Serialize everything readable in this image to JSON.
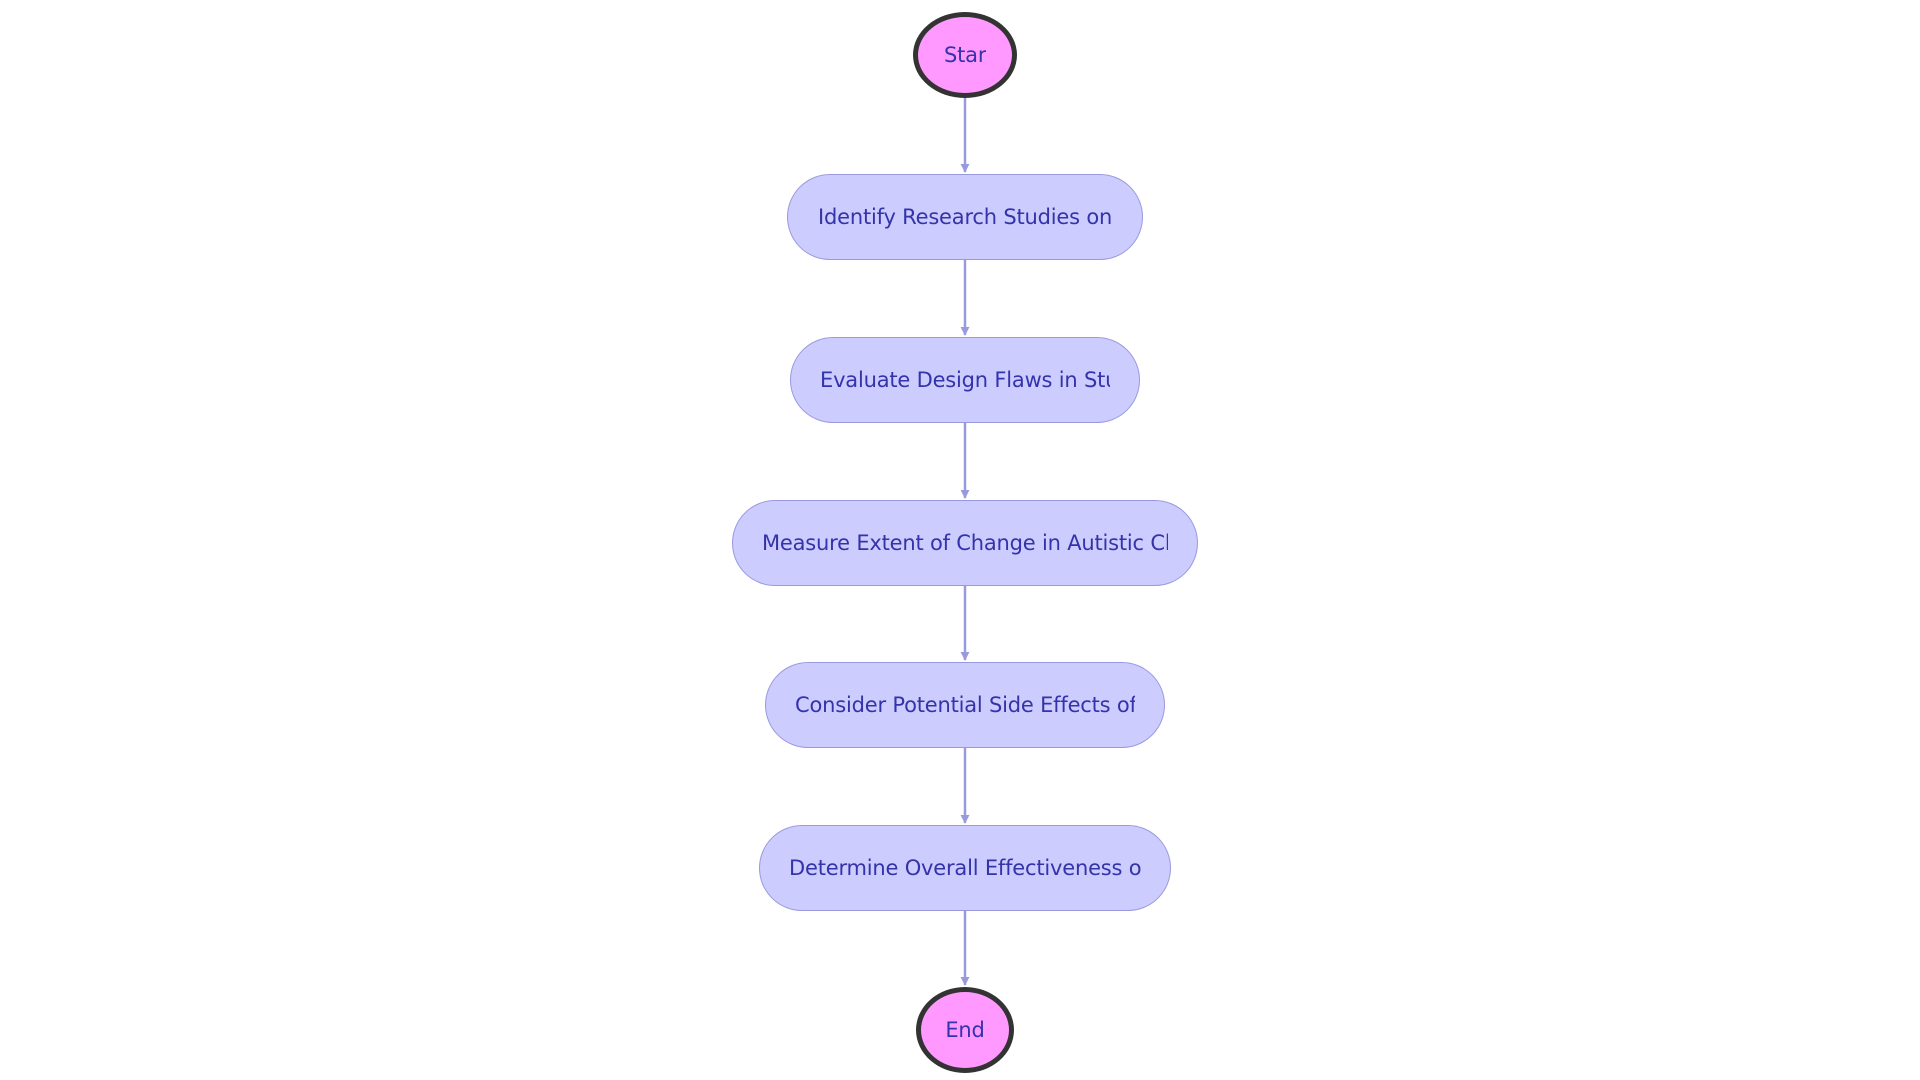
{
  "colors": {
    "background": "#ffffff",
    "terminal_fill": "#ff99ff",
    "terminal_border": "#333333",
    "process_fill": "#ccccff",
    "process_border": "#9999e0",
    "edge": "#9999e0",
    "text": "#3333aa"
  },
  "nodes": {
    "start": {
      "label": "Star"
    },
    "step1": {
      "label": "Identify Research Studies on D"
    },
    "step2": {
      "label": "Evaluate Design Flaws in Stud"
    },
    "step3": {
      "label": "Measure Extent of Change in Autistic Chil"
    },
    "step4": {
      "label": "Consider Potential Side Effects of D"
    },
    "step5": {
      "label": "Determine Overall Effectiveness of D"
    },
    "end": {
      "label": "End"
    }
  }
}
